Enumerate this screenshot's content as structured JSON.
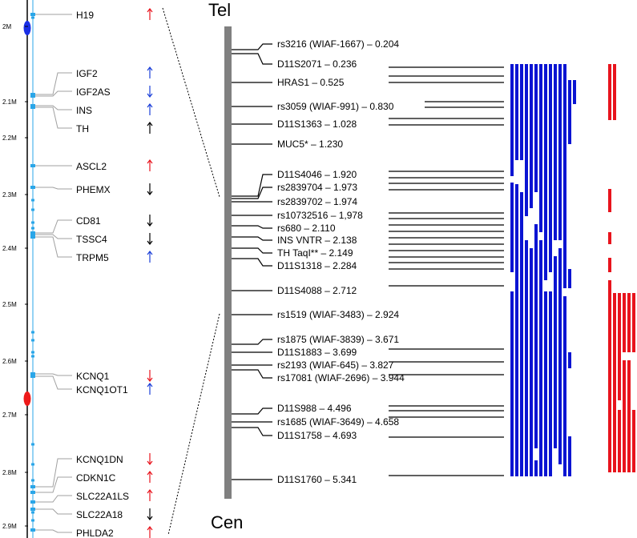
{
  "colors": {
    "up": "#e8141d",
    "down": "#1b3fd8",
    "flat": "#000000",
    "chrom": "#000000",
    "bar": "#808080",
    "blueBars": "#0a14d2",
    "redBars": "#e8141d",
    "leader": "#a0a0a0",
    "marker": "#2aa6e8",
    "centro_blue": "#1a2fe6",
    "centro_red": "#ee1a1a"
  },
  "header": {
    "tel": "Tel",
    "cen": "Cen"
  },
  "axis_ticks": [
    "2M",
    "2.1M",
    "2.2M",
    "2.3M",
    "2.4M",
    "2.5M",
    "2.6M",
    "2.7M",
    "2.8M",
    "2.9M"
  ],
  "genes": [
    {
      "label": "H19",
      "dir": "up"
    },
    {
      "label": "IGF2",
      "dir": "down-blue-up"
    },
    {
      "label": "IGF2AS",
      "dir": "down"
    },
    {
      "label": "INS",
      "dir": "up-blue"
    },
    {
      "label": "TH",
      "dir": "up-black"
    },
    {
      "label": "ASCL2",
      "dir": "up"
    },
    {
      "label": "PHEMX",
      "dir": "down-black"
    },
    {
      "label": "CD81",
      "dir": "down-black"
    },
    {
      "label": "TSSC4",
      "dir": "down-black"
    },
    {
      "label": "TRPM5",
      "dir": "up-blue"
    },
    {
      "label": "KCNQ1",
      "dir": "down-red"
    },
    {
      "label": "KCNQ1OT1",
      "dir": "up-blue"
    },
    {
      "label": "KCNQ1DN",
      "dir": "down-red"
    },
    {
      "label": "CDKN1C",
      "dir": "up"
    },
    {
      "label": "SLC22A1LS",
      "dir": "up"
    },
    {
      "label": "SLC22A18",
      "dir": "down-black"
    },
    {
      "label": "PHLDA2",
      "dir": "up"
    }
  ],
  "markers": [
    "rs3216 (WIAF-1667) – 0.204",
    "D11S2071 – 0.236",
    "HRAS1 – 0.525",
    "rs3059 (WIAF-991) – 0.830",
    "D11S1363 – 1.028",
    "MUC5* – 1.230",
    "D11S4046 – 1.920",
    "rs2839704 – 1.973",
    "rs2839702 – 1.974",
    "rs10732516 – 1,978",
    "rs680 – 2.110",
    "INS VNTR – 2.138",
    "TH TaqI** – 2.149",
    "D11S1318 – 2.284",
    "D11S4088 – 2.712",
    "rs1519 (WIAF-3483) – 2.924",
    "rs1875 (WIAF-3839) – 3.671",
    "D11S1883 – 3.699",
    "rs2193 (WIAF-645) – 3.827",
    "rs17081 (WIAF-2696) – 3.944",
    "D11S988 – 4.496",
    "rs1685 (WIAF-3649) – 4.658",
    "D11S1758 – 4.693",
    "D11S1760 – 5.341"
  ]
}
